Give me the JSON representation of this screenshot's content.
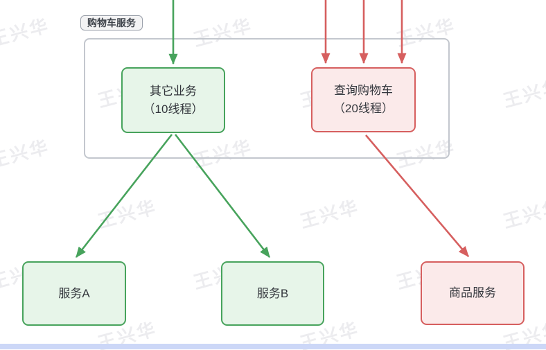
{
  "watermark": {
    "text": "王兴华"
  },
  "colors": {
    "green": "#47a35c",
    "green_fill": "#e7f5e9",
    "red": "#d65f5f",
    "red_fill": "#fbeaea",
    "container_border": "#c3c7ce",
    "label_border": "#9aa0aa",
    "label_bg": "#f3f3f4",
    "text": "#33363c",
    "bottom_bar": "#ccd7f7"
  },
  "group": {
    "label": "购物车服务"
  },
  "nodes": {
    "other_business": {
      "title": "其它业务",
      "subtitle": "（10线程）",
      "color": "green"
    },
    "query_cart": {
      "title": "查询购物车",
      "subtitle": "（20线程）",
      "color": "red"
    },
    "service_a": {
      "label": "服务A",
      "color": "green"
    },
    "service_b": {
      "label": "服务B",
      "color": "green"
    },
    "product_service": {
      "label": "商品服务",
      "color": "red"
    }
  },
  "edges": [
    {
      "from": "upstream",
      "to": "other_business",
      "color": "green"
    },
    {
      "from": "upstream",
      "to": "query_cart",
      "color": "red"
    },
    {
      "from": "upstream",
      "to": "query_cart",
      "color": "red"
    },
    {
      "from": "upstream",
      "to": "query_cart",
      "color": "red"
    },
    {
      "from": "other_business",
      "to": "service_a",
      "color": "green"
    },
    {
      "from": "other_business",
      "to": "service_b",
      "color": "green"
    },
    {
      "from": "query_cart",
      "to": "product_service",
      "color": "red"
    }
  ]
}
